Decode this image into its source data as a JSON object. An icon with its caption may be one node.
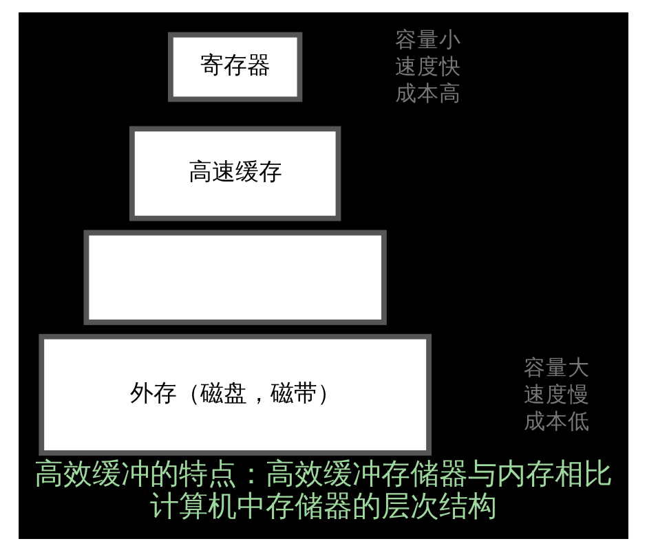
{
  "diagram": {
    "title": "高效缓冲的特点：高效缓冲存储器与内存相比",
    "caption": "计算机中存储器的层次结构",
    "nodes": [
      {
        "text": [
          "寄存器"
        ]
      },
      {
        "text": [
          "高速缓存"
        ]
      },
      {
        "text": [],
        "shape": "box"
      },
      {
        "text": [
          "外存（磁盘，磁带）"
        ]
      }
    ],
    "edges": [],
    "labels": [
      "容量小",
      "速度快",
      "成本高",
      "容量大",
      "速度慢",
      "成本低"
    ]
  }
}
